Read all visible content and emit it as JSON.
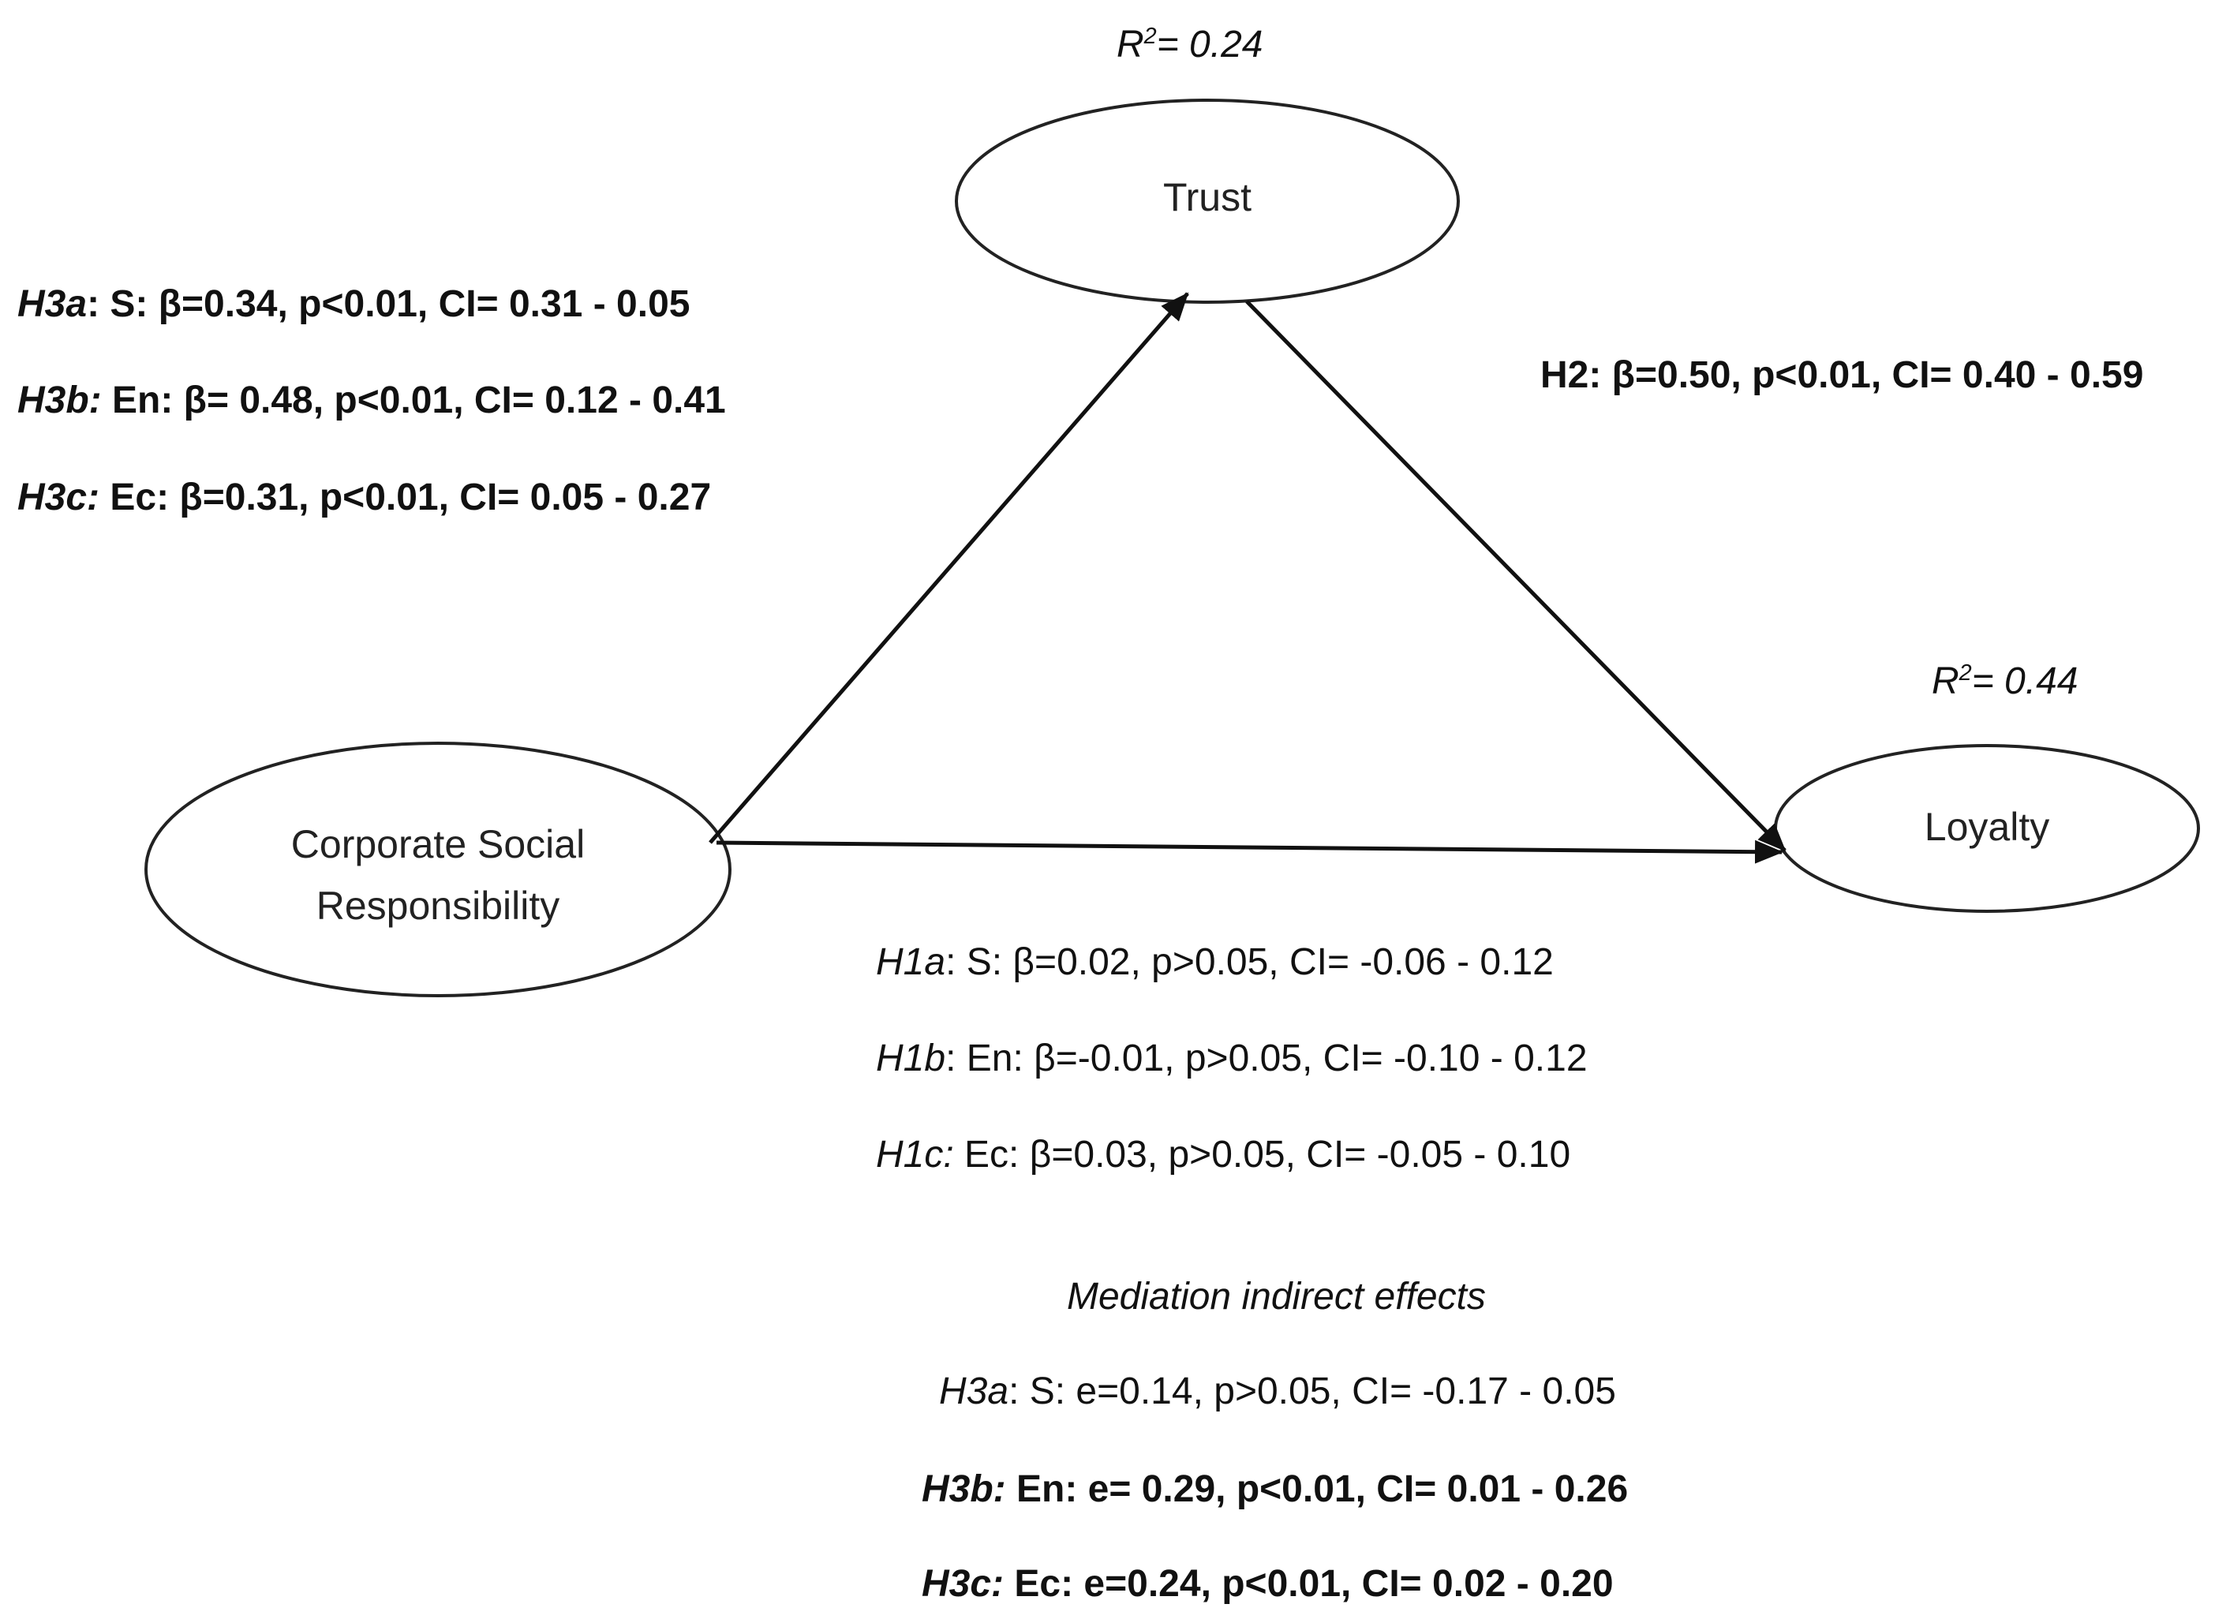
{
  "nodes": {
    "trust": "Trust",
    "csr_line1": "Corporate Social",
    "csr_line2": "Responsibility",
    "loyalty": "Loyalty"
  },
  "r2": {
    "trust": {
      "prefix": "R",
      "sup": "2",
      "value": "= 0.24"
    },
    "loyalty": {
      "prefix": "R",
      "sup": "2",
      "value": "= 0.44"
    }
  },
  "csr_to_trust": [
    {
      "hyp": "H3a",
      "text": ": S: β=0.34, p<0.01, CI= 0.31 - 0.05"
    },
    {
      "hyp": "H3b:",
      "text": " En: β= 0.48, p<0.01, CI= 0.12 - 0.41"
    },
    {
      "hyp": "H3c:",
      "text": " Ec: β=0.31, p<0.01, CI= 0.05 - 0.27"
    }
  ],
  "trust_to_loyalty": "H2: β=0.50, p<0.01, CI= 0.40 - 0.59",
  "csr_to_loyalty": [
    {
      "hyp": "H1a",
      "text": ": S: β=0.02, p>0.05, CI= -0.06 - 0.12"
    },
    {
      "hyp": "H1b",
      "text": ": En: β=-0.01, p>0.05, CI= -0.10 - 0.12"
    },
    {
      "hyp": "H1c:",
      "text": " Ec: β=0.03, p>0.05, CI= -0.05 - 0.10"
    }
  ],
  "mediation": {
    "title": "Mediation indirect effects",
    "rows": [
      {
        "hyp": "H3a",
        "text": ": S: e=0.14, p>0.05, CI= -0.17 - 0.05"
      },
      {
        "hyp": "H3b:",
        "text": " En: e= 0.29, p<0.01, CI= 0.01 - 0.26"
      },
      {
        "hyp": "H3c:",
        "text": " Ec: e=0.24, p<0.01, CI= 0.02 - 0.20"
      }
    ]
  }
}
